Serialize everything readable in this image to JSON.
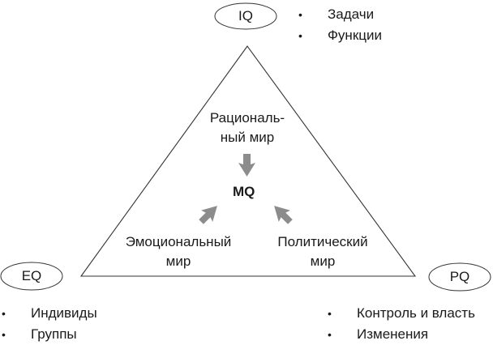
{
  "diagram": {
    "center_label": "MQ",
    "nodes": {
      "iq": {
        "label": "IQ",
        "items": [
          "Задачи",
          "Функции"
        ]
      },
      "eq": {
        "label": "EQ",
        "items": [
          "Индивиды",
          "Группы"
        ]
      },
      "pq": {
        "label": "PQ",
        "items": [
          "Контроль и власть",
          "Изменения"
        ]
      }
    },
    "worlds": {
      "rational": {
        "line1": "Рациональ-",
        "line2": "ный мир"
      },
      "emotional": {
        "line1": "Эмоциональный",
        "line2": "мир"
      },
      "political": {
        "line1": "Политический",
        "line2": "мир"
      }
    },
    "bullet_glyph": "•",
    "colors": {
      "line": "#333333",
      "arrow": "#8c8c8c",
      "text": "#1a1a1a"
    }
  }
}
